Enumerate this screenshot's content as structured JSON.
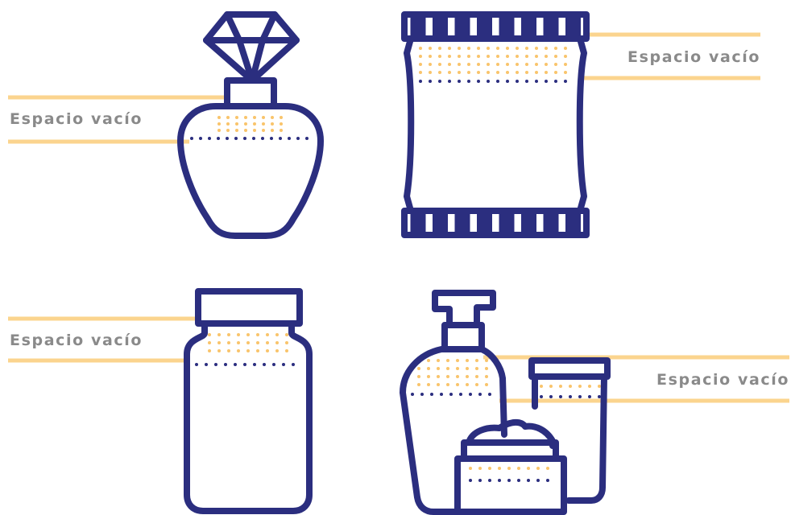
{
  "colors": {
    "outline": "#2b2e7f",
    "guide_line": "#fbd48e",
    "dots_headspace": "#f9c46b",
    "dots_fill_level": "#2b2e7f",
    "label_text": "#8a8a8a",
    "background": "#ffffff"
  },
  "panels": [
    {
      "id": "perfume-bottle",
      "icon": "perfume-bottle-icon",
      "label": "Espacio vacío"
    },
    {
      "id": "snack-bag",
      "icon": "snack-bag-icon",
      "label": "Espacio vacío"
    },
    {
      "id": "jar",
      "icon": "jar-icon",
      "label": "Espacio vacío"
    },
    {
      "id": "cosmetics-set",
      "icon": "cosmetics-set-icon",
      "label": "Espacio vacío"
    }
  ]
}
